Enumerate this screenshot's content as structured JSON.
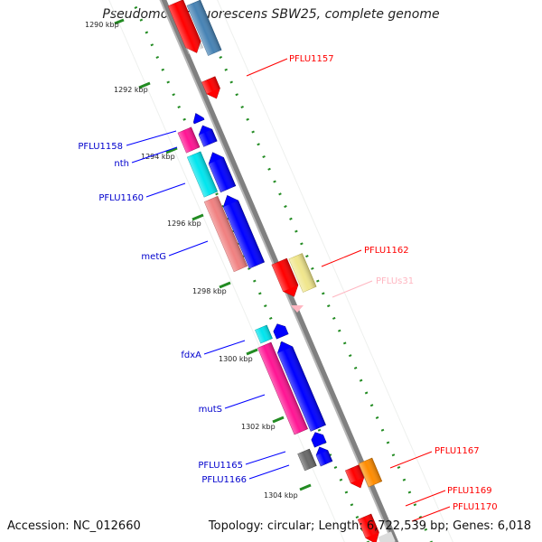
{
  "title": "Pseudomonas fluorescens SBW25, complete genome",
  "accession": "Accession: NC_012660",
  "stats": "Topology: circular; Length: 6,722,539 bp; Genes: 6,018",
  "ticks": [
    "1290 kbp",
    "1292 kbp",
    "1294 kbp",
    "1296 kbp",
    "1298 kbp",
    "1300 kbp",
    "1302 kbp",
    "1304 kbp"
  ],
  "labels": {
    "pflu1157": "PFLU1157",
    "pflu1158": "PFLU1158",
    "nth": "nth",
    "pflu1160": "PFLU1160",
    "metg": "metG",
    "pflu1162": "PFLU1162",
    "pflus31": "PFLUs31",
    "fdxa": "fdxA",
    "muts": "mutS",
    "pflu1165": "PFLU1165",
    "pflu1166": "PFLU1166",
    "pflu1167": "PFLU1167",
    "pflu1169": "PFLU1169",
    "pflu1170": "PFLU1170"
  },
  "colors": {
    "red": "#ff0000",
    "steel_blue": "#4682b4",
    "blue": "#0000ff",
    "deep_pink": "#ff1493",
    "cyan": "#00e5ee",
    "salmon": "#f08080",
    "khaki": "#f0e68c",
    "pink": "#ffb6c1",
    "dark_gray": "#696969",
    "dark_orange": "#ff8c00",
    "backbone": "#808080",
    "tick_green": "#228b22"
  }
}
